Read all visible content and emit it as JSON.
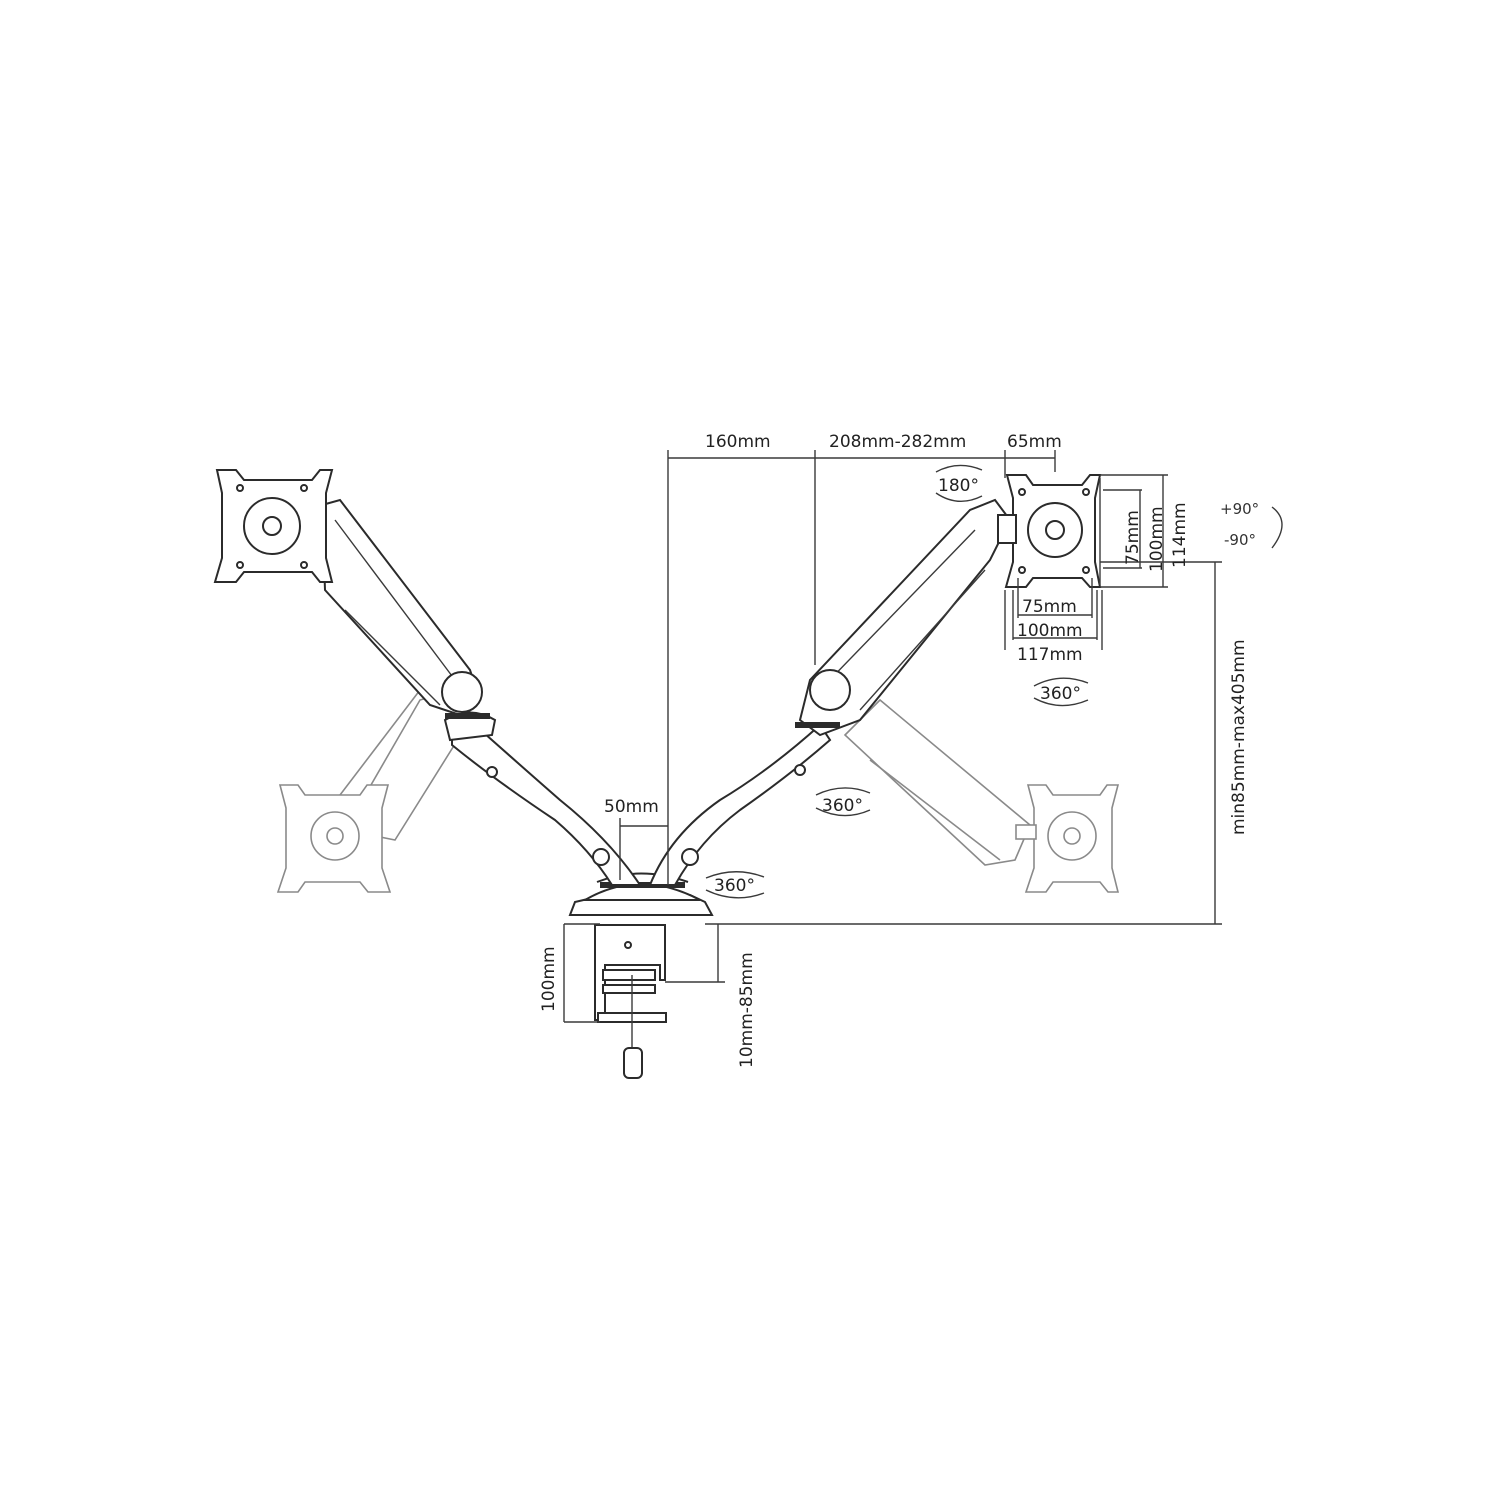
{
  "dimensions": {
    "arm_offset": "160mm",
    "arm_extension": "208mm-282mm",
    "head_offset": "65mm",
    "pole_spacing": "50mm",
    "height_range": "min85mm-max405mm",
    "clamp_height": "100mm",
    "desk_thickness": "10mm-85mm",
    "vesa_small_v": "75mm",
    "vesa_large_v": "100mm",
    "plate_height": "114mm",
    "vesa_small_h": "75mm",
    "vesa_large_h": "100mm",
    "plate_width": "117mm"
  },
  "rotations": {
    "tilt": "180°",
    "swivel_head": "360°",
    "swivel_arm": "360°",
    "swivel_base": "360°",
    "rotate_plus": "+90°",
    "rotate_minus": "-90°"
  },
  "colors": {
    "line": "#3a3a3a",
    "ghost": "#8a8a8a",
    "background": "#ffffff"
  }
}
